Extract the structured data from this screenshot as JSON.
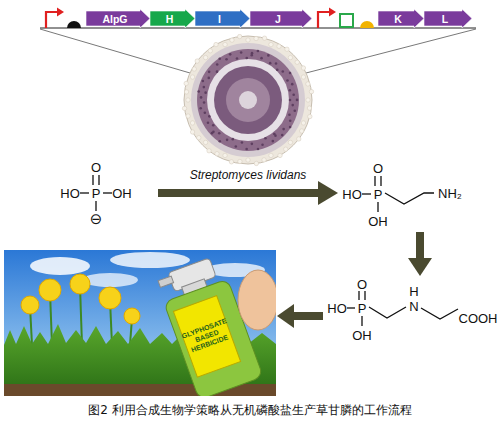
{
  "diagram": {
    "caption": "图2 利用合成生物学策略从无机磷酸盐生产草甘膦的工作流程",
    "nodes": [
      {
        "text": [
          "AlpG"
        ]
      },
      {
        "text": [
          "H"
        ]
      },
      {
        "text": [
          "I"
        ]
      },
      {
        "text": [
          "J"
        ]
      },
      {
        "text": [
          "K"
        ]
      },
      {
        "text": [
          "L"
        ]
      },
      {
        "text": [
          "Streptomyces lividans"
        ]
      }
    ],
    "labels": [
      "O",
      "HO",
      "P",
      "OH",
      "⊖",
      "O",
      "HO",
      "P",
      "NH₂",
      "OH",
      "O",
      "HO",
      "P",
      "H",
      "N",
      "COOH",
      "OH",
      "GLYPHOSATE BASED HERBICIDE"
    ]
  }
}
